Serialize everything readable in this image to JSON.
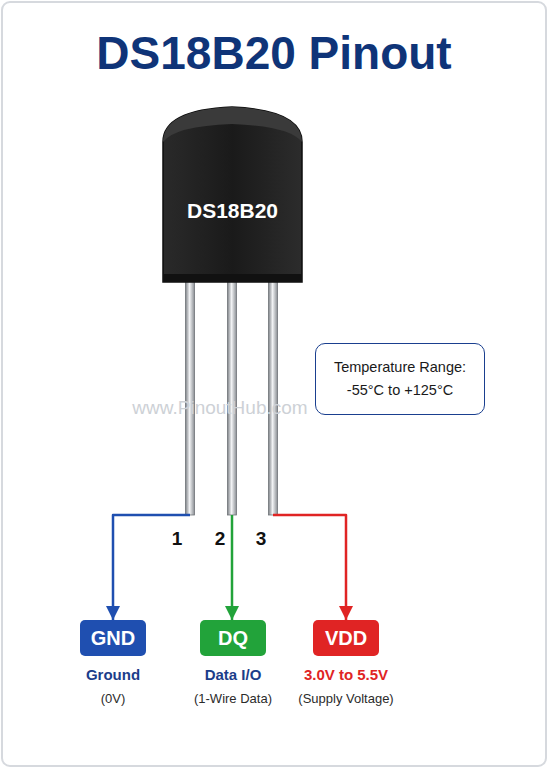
{
  "diagram": {
    "title": "DS18B20 Pinout",
    "nodes": [
      {
        "text": [
          "DS18B20"
        ]
      },
      {
        "text": [
          "Temperature Range:",
          "-55°C to +125°C"
        ]
      },
      {
        "text": [
          "GND",
          "Ground",
          "(0V)"
        ]
      },
      {
        "text": [
          "DQ",
          "Data I/O",
          "(1-Wire Data)"
        ]
      },
      {
        "text": [
          "VDD",
          "3.0V to 5.5V",
          "(Supply Voltage)"
        ]
      }
    ],
    "edges": [
      {
        "from": 0,
        "to": 2,
        "arrow": "to"
      },
      {
        "from": 0,
        "to": 3,
        "arrow": "to"
      },
      {
        "from": 0,
        "to": 4,
        "arrow": "to"
      }
    ],
    "labels": [
      "1",
      "2",
      "3",
      "www.PinoutHub.com"
    ]
  }
}
